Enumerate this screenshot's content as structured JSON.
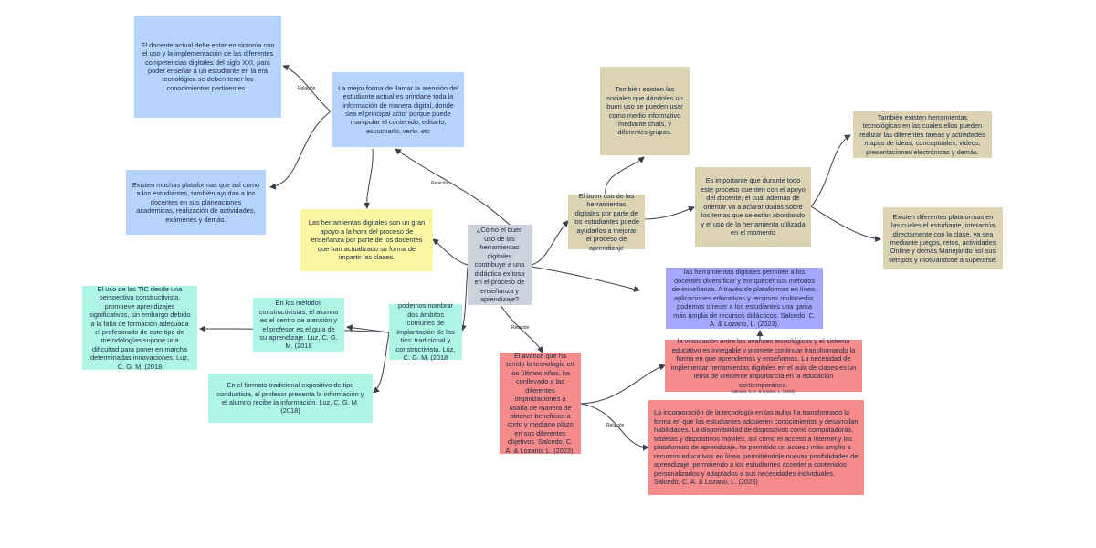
{
  "nodes": {
    "center": "¿Cómo el buen uso de las herramientas digitales contribuye a una didáctica exitosa en el proceso de enseñanza y aprendizaje?",
    "blue_main": "La mejor forma de llamar la atención del estudiante actual es brindarle toda la información de manera digital,.donde sea el principal actor porque puede manipular el contenido, editarlo, escucharlo, verlo. etc",
    "blue_top": "El docente actual debe estar en sintonía con el uso y la implementación de las diferentes competencias digitales del siglo XXI, para poder enseñar a un estudiante en la era tecnológica se deben tener los conocimientos pertinentes .",
    "blue_left": "Existen muchas plataformas que así como a los estudiantes, también ayudan a los docentes en sus planeaciones académicas, realización de actividades, exámenes y demás.",
    "yellow": "Las herramientas digitales son un gran apoyo a la hora del proceso de enseñanza por parte de los docentes que han actualizado su forma de impartir las clases.",
    "tan_mid": "El buen uso de las herramientas digitales por parte de los estudiantes puede ayudarlos a mejorar el proceso de aprendizaje",
    "tan_top": "También existen las sociales que dándoles un buen uso se pueden usar como medio informativo mediante chats, y diferentes grupos.",
    "tan_center": "Es importante que durante todo este proceso cuenten con el apoyo del docente, el cual además de orientar va a aclarar dudas sobre los temas que se están abordando y el uso de la herramienta utilizada en el momento",
    "tan_right_top": "También existen herramientas tecnológicas en las cuales ellos pueden realizar las diferentes tareas y actividades mapas de ideas, conceptuales, videos, presentaciones electrónicas y demás.",
    "tan_right_bottom": "Existen diferentes plataformas en las cuales el estudiante, interactúa directamente con la clase, ya sea mediante juegos, retos, actividades Online y demás Manejando así sus tiempos y motivándose a superarse.",
    "purple": "las herramientas digitales permiten a los docentes diversificar y enriquecer sus métodos de enseñanza. A través de plataformas en línea, aplicaciones educativas y recursos multimedia, podemos ofrecer a los estudiantes una gama más amplia de recursos didácticos. Salcedo, C. A. & Lozano, L. (2023).",
    "mint_center": "podemos nombrar dos ámbitos comunes de implantación de las tics: tradicional y constructivista. Luz, C. G. M. (2018",
    "mint_mid": "En los métodos constructivistas, el alumno es el centro de atención y el profesor es el guía de su aprendizaje. Luz, C. G. M. (2018",
    "mint_left": "El uso de las TIC desde una perspectiva constructivista, promueve aprendizajes significativos, sin embargo debido a la falta de formación adecuada el profesorado de este tipo de metodologías supone una dificultad para poner en marcha determinadas innovaciones. Luz, C. G. M. (2018",
    "mint_bottom": "En el formato tradicional expositivo de tipo conductista, el profesor presenta la información y el alumno recibe la información. Luz, C. G. M.(2018)",
    "red_main": "El avance que ha tenido la tecnología en los últimos años, ha conllevado a las diferentes organizaciones a usarla de manera de obtener beneficios a corto y mediano plazo en sus diferentes objetivos. Salcedo, C. A. & Lozano, L. (2023).",
    "red_top": "la vinculación entre los avances tecnológicos y el sistema educativo es innegable y promete continuar transformando la forma en que aprendemos y enseñamos. La necesidad de implementar herramientas digitales en el aula de clases es un tema de creciente importancia en la educación contemporánea.",
    "red_top_cite": "Salcedo, C. A. & Lozano, L. (2023).",
    "red_bottom": "La incorporación de la tecnología en las aulas ha transformado la forma en que los estudiantes adquieren conocimientos y desarrollan habilidades. La disponibilidad de dispositivos como computadoras, tabletas y dispositivos móviles, así como el acceso a Internet y las plataformas de aprendizaje, ha permitido un acceso más amplio a recursos educativos en línea, permitiéndole nuevas posibilidades de aprendizaje, permitiendo a los estudiantes acceder a contenidos personalizados y adaptados a sus necesidades individuales. Salcedo, C. A. & Lozano, L. (2023)"
  },
  "link_labels": [
    "Relación",
    "Relación",
    "Relación",
    "Relación"
  ],
  "colors": {
    "blue": "#b5d4fb",
    "tan": "#dcd3b2",
    "yellow": "#fbf6a1",
    "gray": "#cdd3dc",
    "mint": "#aef5e6",
    "red": "#f58b8b",
    "purple": "#a8a7ff",
    "line": "#3a3f4a"
  }
}
